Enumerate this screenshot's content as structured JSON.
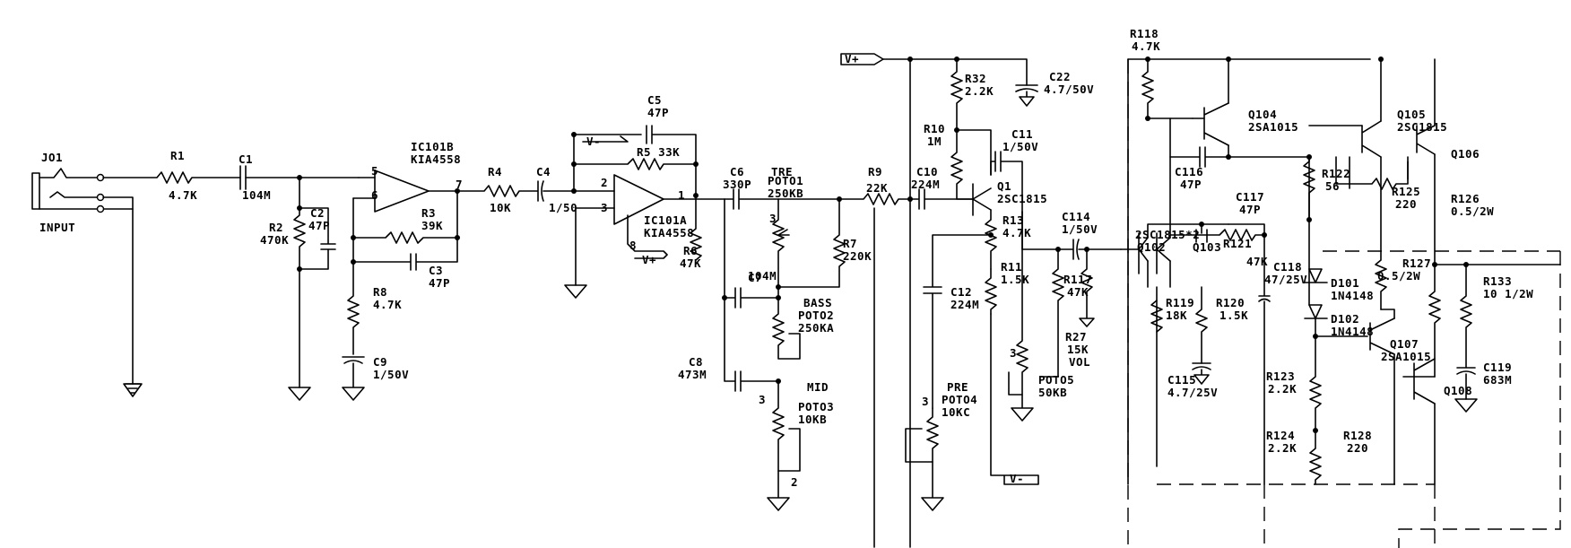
{
  "labels": {
    "input": "INPUT",
    "jo1": "JO1",
    "r1_name": "R1",
    "r1_value": "4.7K",
    "c1_name": "C1",
    "c1_value": "104M",
    "r2_name": "R2",
    "r2_value": "470K",
    "c2_name": "C2",
    "c2_value": "47P",
    "ic101b_name": "IC101B",
    "ic101b_part": "KIA4558",
    "pin5": "5",
    "pin6": "6",
    "pin7": "7",
    "r3_name": "R3",
    "r3_value": "39K",
    "c3_name": "C3",
    "c3_value": "47P",
    "r8_name": "R8",
    "r8_value": "4.7K",
    "c9_name": "C9",
    "c9_value": "1/50V",
    "r4_name": "R4",
    "r4_value": "10K",
    "c4_name": "C4",
    "c4_value": "1/50",
    "c5_name": "C5",
    "c5_value": "47P",
    "v_minus_1": "V-",
    "r5": "R5 33K",
    "pin2": "2",
    "pin3": "3",
    "pin1": "1",
    "pin8": "8",
    "ic101a_name": "IC101A",
    "ic101a_part": "KIA4558",
    "v_plus_1": "V+",
    "c6_name": "C6",
    "c6_value": "330P",
    "r6_name": "R6",
    "r6_value": "47K",
    "pot01_tre": "TRE",
    "pot01_name": "POTO1",
    "pot01_value": "250KB",
    "pot01_pin3": "3",
    "c7_name": "C7",
    "c7_value": "104M",
    "r7_name": "R7",
    "r7_value": "220K",
    "bass": "BASS",
    "pot02_name": "POTO2",
    "pot02_value": "250KA",
    "c8_name": "C8",
    "c8_value": "473M",
    "mid": "MID",
    "pot03_name": "POTO3",
    "pot03_value": "10KB",
    "pot03_pin3": "3",
    "pot03_pin2": "2",
    "r9_name": "R9",
    "r9_value": "22K",
    "c10_name": "C10",
    "c10_value": "224M",
    "v_plus_top": "V+",
    "r32_name": "R32",
    "r32_value": "2.2K",
    "c22_name": "C22",
    "c22_value": "4.7/50V",
    "r10_name": "R10",
    "r10_value": "1M",
    "c11_name": "C11",
    "c11_value": "1/50V",
    "q1_name": "Q1",
    "q1_part": "2SC1815",
    "r13_name": "R13",
    "r13_value": "4.7K",
    "r11_name": "R11",
    "r11_value": "1.5K",
    "c12_name": "C12",
    "c12_value": "224M",
    "pre": "PRE",
    "pot04_name": "POTO4",
    "pot04_value": "10KC",
    "pot04_pin3": "3",
    "pot05_pin3": "3",
    "pot05_name": "POTO5",
    "pot05_value": "50KB",
    "v_minus_bottom": "V-",
    "c114_name": "C114",
    "c114_value": "1/50V",
    "r117_name": "R117",
    "r117_value": "47K",
    "r27_name": "R27",
    "r27_value": "15K",
    "vol": "VOL",
    "r118_name": "R118",
    "r118_value": "4.7K",
    "q102": "2SC1815*2",
    "q102_name": "Q102",
    "q103_name": "Q103",
    "q104_name": "Q104",
    "q104_part": "2SA1015",
    "c116_name": "C116",
    "c116_value": "47P",
    "c117_name": "C117",
    "c117_value": "47P",
    "r121_name": "R121",
    "r121_value": "47K",
    "r119_name": "R119",
    "r119_value": "18K",
    "r120_name": "R120",
    "r120_value": "1.5K",
    "c118_name": "C118",
    "c118_value": "47/25V",
    "c115_name": "C115",
    "c115_value": "4.7/25V",
    "r122_name": "R122",
    "r122_value": "56",
    "q105_name": "Q105",
    "q105_part": "2SC1815",
    "q106_name": "Q106",
    "r125_name": "R125",
    "r125_value": "220",
    "r126_name": "R126",
    "r126_value": "0.5/2W",
    "r127_name": "R127",
    "r127_value": "0.5/2W",
    "d101_name": "D101",
    "d101_part": "1N4148",
    "d102_name": "D102",
    "d102_part": "1N4148",
    "r133_name": "R133",
    "r133_value": "10 1/2W",
    "c119_name": "C119",
    "c119_value": "683M",
    "q107_name": "Q107",
    "q107_part": "2SA1015",
    "r123_name": "R123",
    "r123_value": "2.2K",
    "q108_name": "Q108",
    "r124_name": "R124",
    "r124_value": "2.2K",
    "r128_name": "R128",
    "r128_value": "220"
  }
}
